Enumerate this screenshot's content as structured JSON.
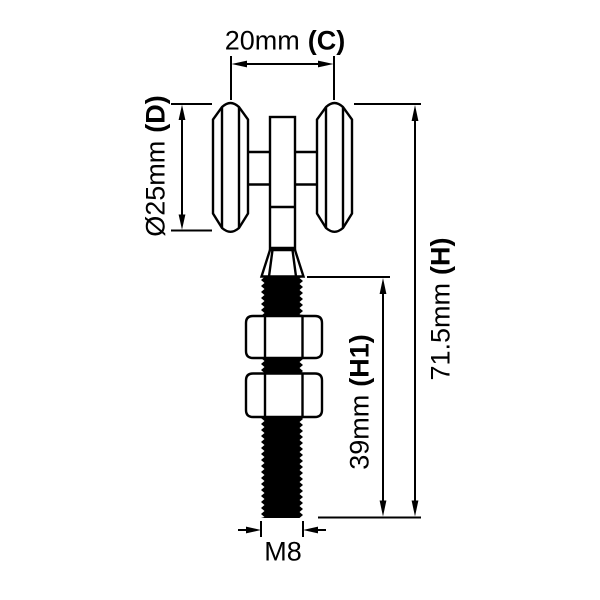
{
  "canvas": {
    "background": "#ffffff",
    "line_color": "#000000"
  },
  "labels": {
    "c": {
      "value": "20mm",
      "code": "(C)"
    },
    "d": {
      "value": "Ø25mm",
      "code": "(D)"
    },
    "h": {
      "value": "71.5mm",
      "code": "(H)"
    },
    "h1": {
      "value": "39mm",
      "code": "(H1)"
    },
    "thread": {
      "value": "M8"
    }
  }
}
